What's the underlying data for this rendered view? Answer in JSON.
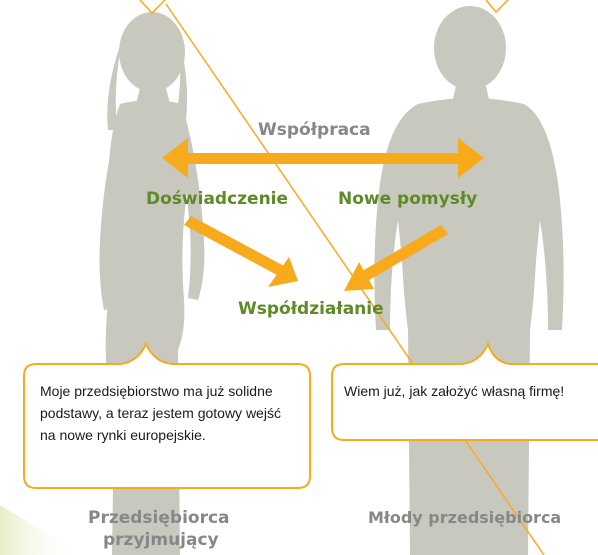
{
  "diagram": {
    "center_top": "Współpraca",
    "left_middle": "Doświadczenie",
    "right_middle": "Nowe pomysły",
    "center_bottom": "Współdziałanie"
  },
  "bubbles": {
    "left": "Moje przedsiębiorstwo ma już solidne podstawy, a teraz jestem gotowy wejść na nowe rynki europejskie.",
    "right": "Wiem już, jak założyć własną firmę!"
  },
  "captions": {
    "left_line1": "Przedsiębiorca",
    "left_line2": "przyjmujący",
    "right": "Młody przedsiębiorca"
  },
  "colors": {
    "accent_orange": "#f6aa1c",
    "label_green": "#5e8a28",
    "label_grey": "#878787",
    "silhouette": "#c9c8bf"
  }
}
